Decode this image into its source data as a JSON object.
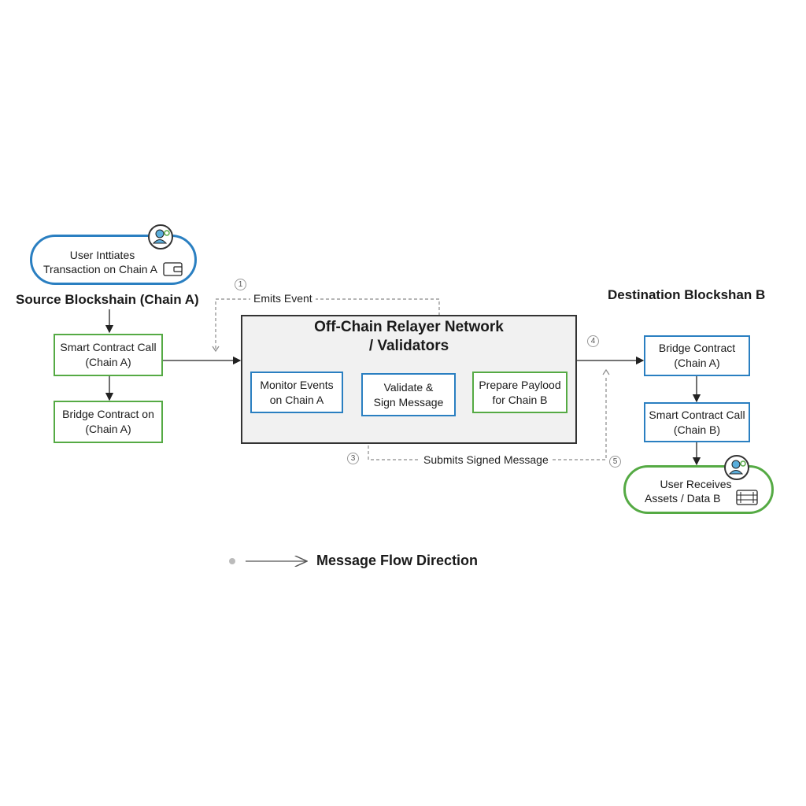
{
  "source": {
    "heading": "Source Blockshain (Chain A)",
    "user_pill": {
      "line1": "User Inttiates",
      "line2": "Transaction on Chain A"
    },
    "smart_contract": {
      "line1": "Smart Contract Call",
      "line2": "(Chain A)"
    },
    "bridge_contract": {
      "line1": "Bridge Contract on",
      "line2": "(Chain A)"
    }
  },
  "relayer": {
    "title_line1": "Off-Chain Relayer Network",
    "title_line2": "/ Validators",
    "monitor": {
      "line1": "Monitor Events",
      "line2": "on Chain A"
    },
    "validate": {
      "line1": "Validate &",
      "line2": "Sign Message"
    },
    "prepare": {
      "line1": "Prepare Paylood",
      "line2": "for Chain B"
    }
  },
  "destination": {
    "heading": "Destination Blockshan B",
    "bridge_contract": {
      "line1": "Bridge Contract",
      "line2": "(Chain A)"
    },
    "smart_contract": {
      "line1": "Smart Contract Call",
      "line2": "(Chain B)"
    },
    "user_pill": {
      "line1": "User Receives",
      "line2": "Assets / Data B"
    }
  },
  "steps": {
    "s1": "1",
    "s1_label": "Emits Event",
    "s3": "3",
    "s3_label": "Submits Signed Message",
    "s4": "4",
    "s5": "5"
  },
  "legend": {
    "label": "Message Flow Direction"
  },
  "colors": {
    "green": "#55aa44",
    "blue": "#2a7fc1",
    "relayer_bg": "#f1f1f1",
    "line": "#222222",
    "dashed": "#8a8a8a"
  },
  "icons": [
    "user-avatar-icon",
    "wallet-icon",
    "assets-icon"
  ]
}
